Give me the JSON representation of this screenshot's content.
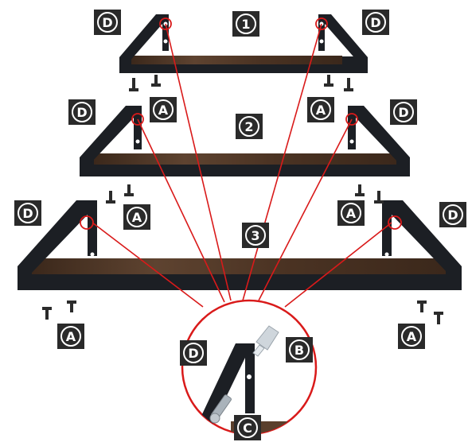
{
  "shelf_numbers": [
    "1",
    "2",
    "3"
  ],
  "part_labels": {
    "bracket": "D",
    "screw": "A",
    "anchor": "B",
    "bolt": "C"
  },
  "colors": {
    "bracket": "#1c1f24",
    "wood": "#5a3f2c",
    "wood_dark": "#3b281b",
    "callout": "#d91a1a",
    "label_bg": "#2a2a2a",
    "label_fg": "#ffffff"
  }
}
